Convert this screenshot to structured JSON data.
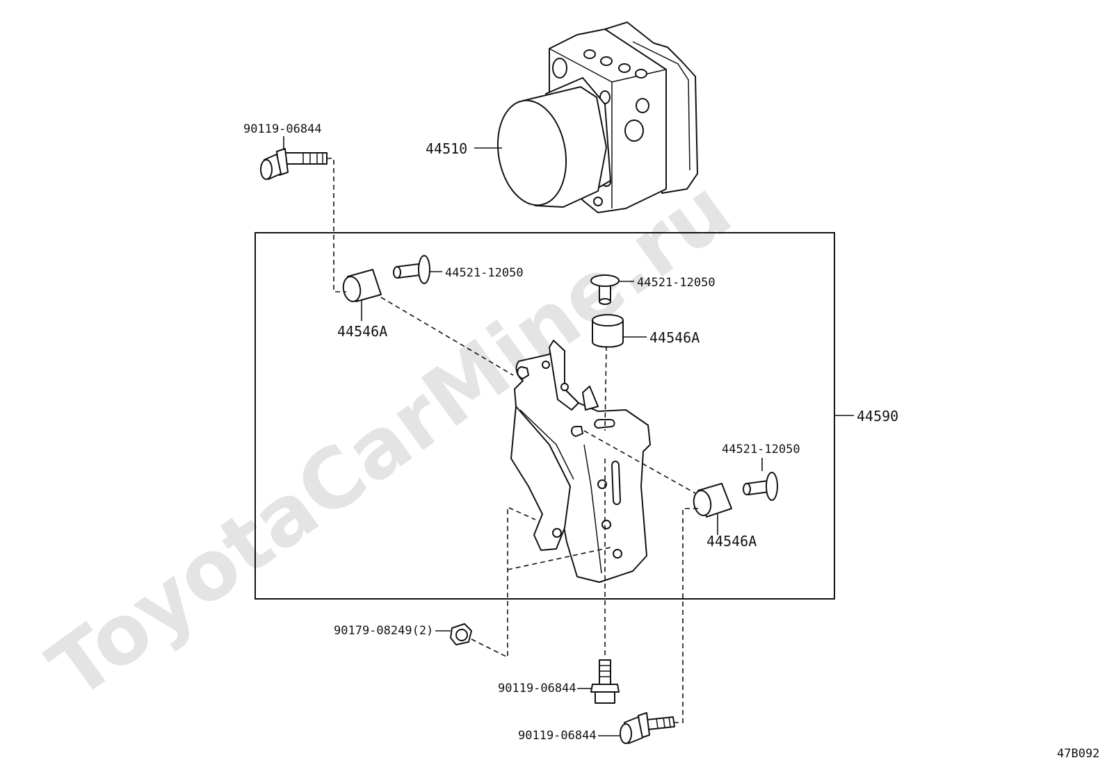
{
  "watermark": "ToyotaCarMine.ru",
  "diagram_code": "47B092",
  "labels": {
    "actuator": "44510",
    "bracket_assy": "44590",
    "bolt_top_left": "90119-06844",
    "bolt_bottom_center": "90119-06844",
    "bolt_bottom_right": "90119-06844",
    "nut": "90179-08249(2)",
    "collar_top_left": "44521-12050",
    "collar_top_center": "44521-12050",
    "collar_right": "44521-12050",
    "cushion_left": "44546A",
    "cushion_center": "44546A",
    "cushion_right": "44546A"
  }
}
